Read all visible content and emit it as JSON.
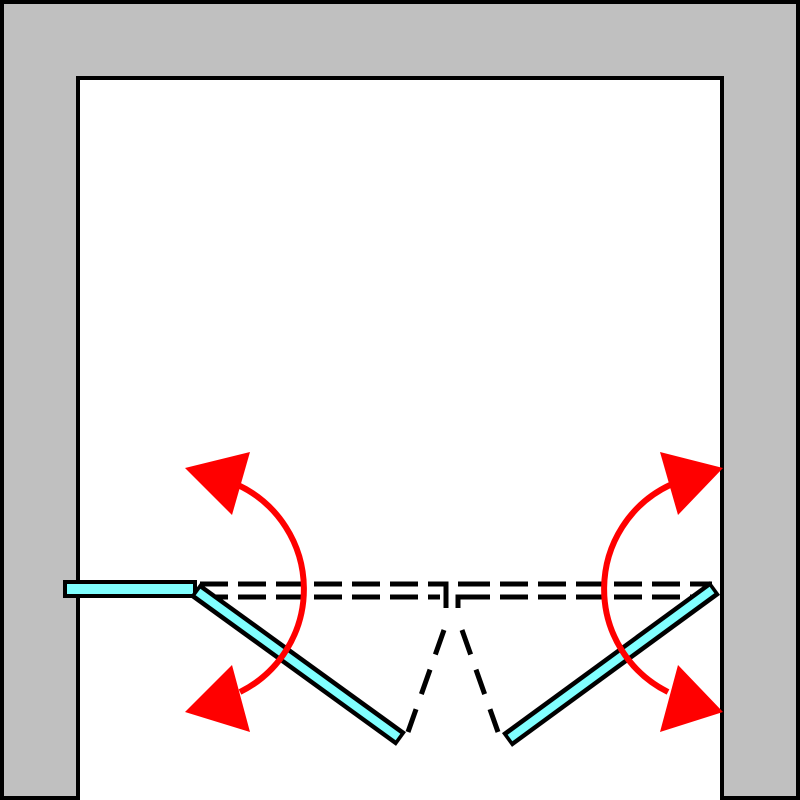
{
  "diagram": {
    "type": "shower-door-plan",
    "colors": {
      "wall": "#c0c0c0",
      "outline": "#000000",
      "glass": "#80ffff",
      "arrow": "#ff0000",
      "background": "#ffffff"
    },
    "icons": [
      "swing-arrow-left",
      "swing-arrow-right"
    ]
  }
}
